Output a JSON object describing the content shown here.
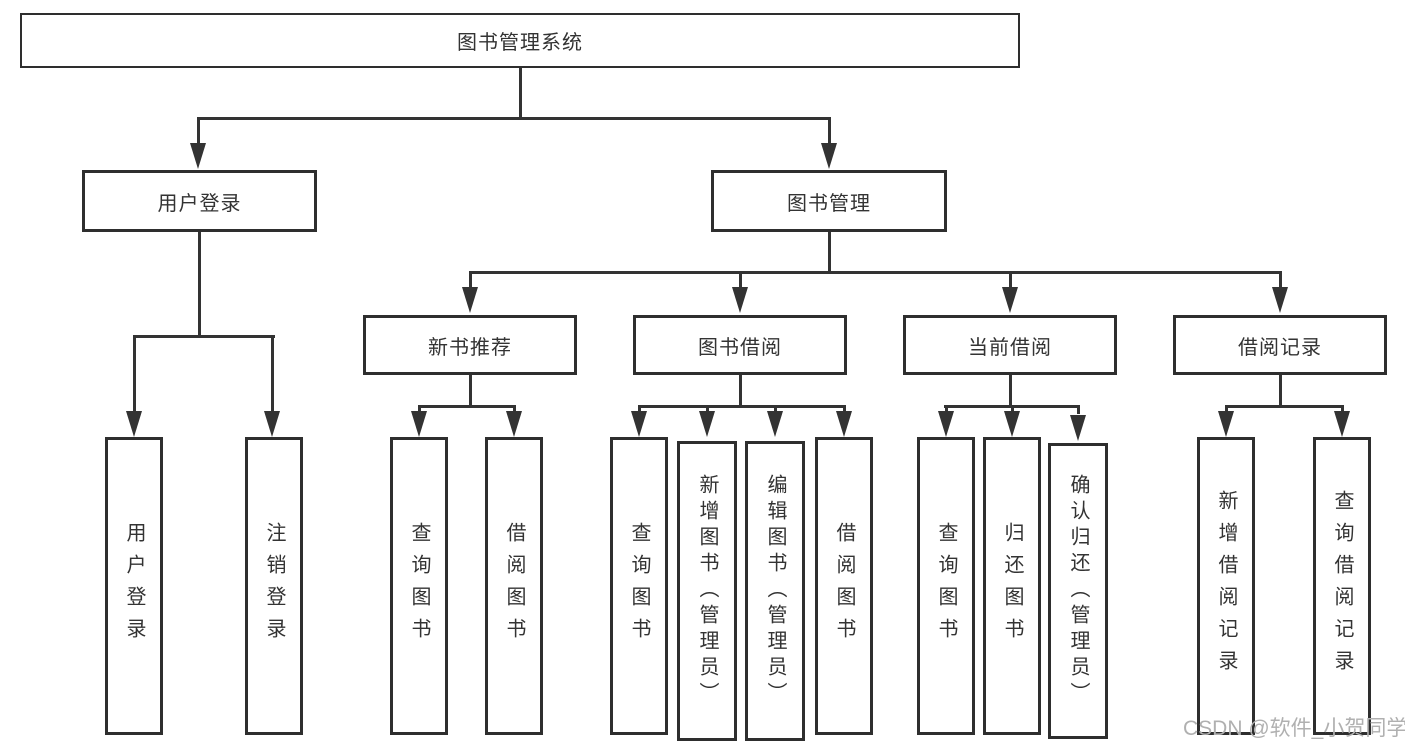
{
  "diagram": {
    "root": {
      "label": "图书管理系统"
    },
    "level2": [
      {
        "label": "用户登录"
      },
      {
        "label": "图书管理"
      }
    ],
    "level3": [
      {
        "label": "新书推荐"
      },
      {
        "label": "图书借阅"
      },
      {
        "label": "当前借阅"
      },
      {
        "label": "借阅记录"
      }
    ],
    "leaves": {
      "user_login": [
        {
          "label": "用户登录"
        },
        {
          "label": "注销登录"
        }
      ],
      "new_book_recommend": [
        {
          "label": "查询图书"
        },
        {
          "label": "借阅图书"
        }
      ],
      "book_borrow": [
        {
          "label": "查询图书"
        },
        {
          "label": "新增图书（管理员）"
        },
        {
          "label": "编辑图书（管理员）"
        },
        {
          "label": "借阅图书"
        }
      ],
      "current_borrow": [
        {
          "label": "查询图书"
        },
        {
          "label": "归还图书"
        },
        {
          "label": "确认归还（管理员）"
        }
      ],
      "borrow_record": [
        {
          "label": "新增借阅记录"
        },
        {
          "label": "查询借阅记录"
        }
      ]
    }
  },
  "watermark": {
    "text": "CSDN @软件_小贺同学"
  },
  "colors": {
    "line": "#333333",
    "box_border": "#2e2e2e",
    "text": "#333333",
    "watermark": "#b0b0b0",
    "background": "#ffffff"
  }
}
